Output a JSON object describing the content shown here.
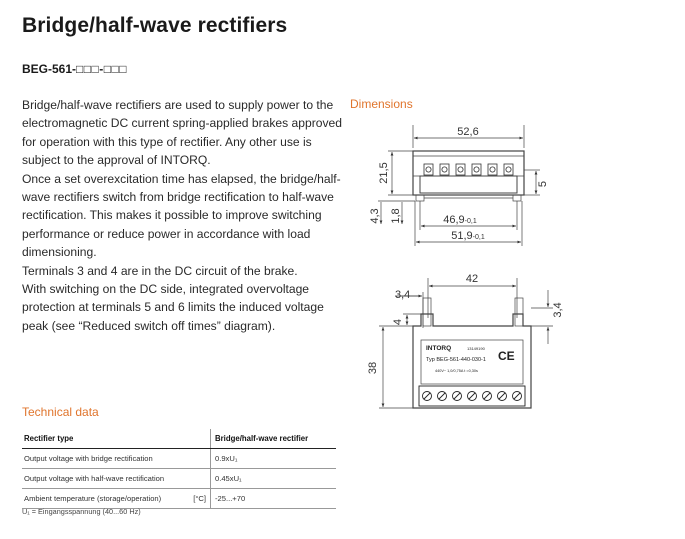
{
  "title": "Bridge/half-wave rectifiers",
  "product_code": {
    "prefix": "BEG-561-",
    "boxes": "□□□-□□□"
  },
  "intro_paragraphs": [
    "Bridge/half-wave rectifiers are used to supply power to the electromagnetic DC current spring-applied brakes approved for operation with this type of rectifier. Any other use is subject to the approval of INTORQ.",
    "Once a set overexcitation time has elapsed, the bridge/half-wave rectifiers switch from bridge rectification to half-wave rectification. This makes it possible to improve switching performance or reduce power in accordance with load dimensioning.",
    "Terminals 3 and 4 are in the DC circuit of the brake.",
    "With switching on the DC side, integrated overvoltage protection at terminals 5 and 6 limits the induced voltage peak (see “Reduced switch off times” diagram)."
  ],
  "dimensions": {
    "heading": "Dimensions",
    "top_view": {
      "width": "52,6",
      "inner1": "46,9",
      "tol1": "-0,1",
      "inner2": "51,9",
      "tol2": "-0,1",
      "height": "21,5",
      "left1": "4,3",
      "left2": "1,8",
      "right": "5"
    },
    "front_view": {
      "width": "42",
      "offset": "3,4",
      "right": "3,4",
      "small": "4",
      "height": "38"
    },
    "label": {
      "brand": "INTORQ",
      "serial": "13149190",
      "type": "Typ BEG-561-440-030-1",
      "mark": "CE",
      "ratings": "440V~   1,0/0,75A  t =0,30s"
    }
  },
  "technical": {
    "heading": "Technical data",
    "header": {
      "col1": "Rectifier type",
      "col2": "Bridge/half-wave rectifier"
    },
    "rows": [
      {
        "label": "Output voltage with bridge rectification",
        "unit": "",
        "value": "0.9xU₁"
      },
      {
        "label": "Output voltage with half-wave rectification",
        "unit": "",
        "value": "0.45xU₁"
      },
      {
        "label": "Ambient temperature (storage/operation)",
        "unit": "[°C]",
        "value": "-25...+70"
      }
    ],
    "footnote": "U₁ = Eingangsspannung (40...60 Hz)"
  }
}
